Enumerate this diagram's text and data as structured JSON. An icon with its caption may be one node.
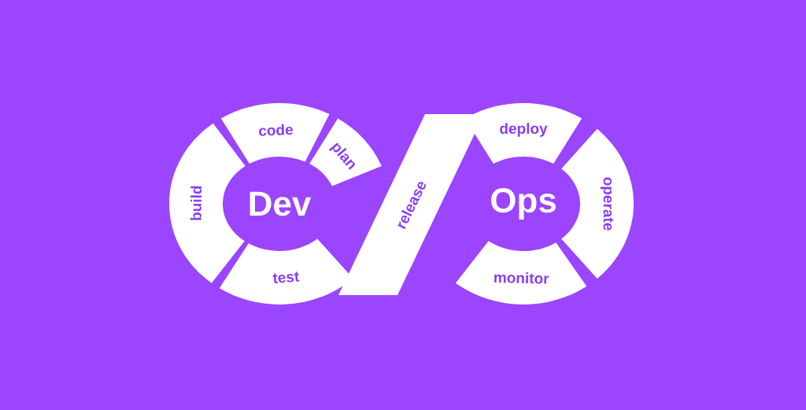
{
  "diagram": {
    "nodes": [
      {
        "text": [
          "plan"
        ]
      },
      {
        "text": [
          "code"
        ]
      },
      {
        "text": [
          "build"
        ]
      },
      {
        "text": [
          "test"
        ]
      },
      {
        "text": [
          "release"
        ]
      },
      {
        "text": [
          "deploy"
        ]
      },
      {
        "text": [
          "operate"
        ]
      },
      {
        "text": [
          "monitor"
        ]
      }
    ],
    "labels": [
      "Dev",
      "Ops"
    ]
  }
}
